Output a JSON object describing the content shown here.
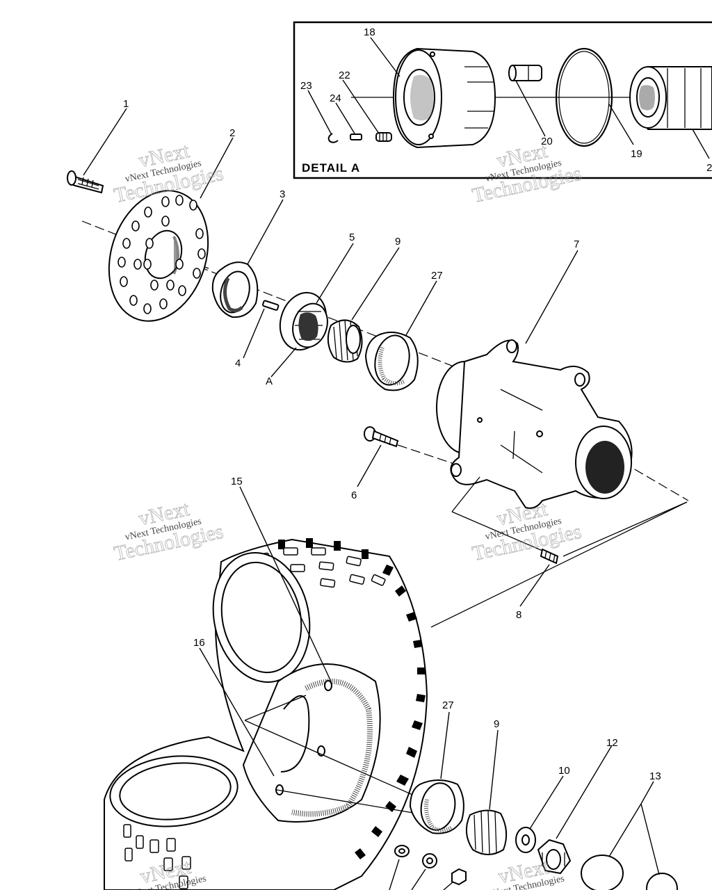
{
  "detail": {
    "title": "DETAIL A"
  },
  "callouts": {
    "c1": "1",
    "c2": "2",
    "c3": "3",
    "c4": "4",
    "c5": "5",
    "c6": "6",
    "c7": "7",
    "c8": "8",
    "c9a": "9",
    "c9b": "9",
    "c10": "10",
    "c12": "12",
    "c13": "13",
    "c15": "15",
    "c16": "16",
    "c18": "18",
    "c19": "19",
    "c20": "20",
    "c22": "22",
    "c23": "23",
    "c24": "24",
    "c27a": "27",
    "c27b": "27",
    "cA": "A",
    "c21": "2"
  },
  "watermark": {
    "line1": "vNext",
    "line2": "Technologies",
    "caption": "vNext Technologies"
  }
}
